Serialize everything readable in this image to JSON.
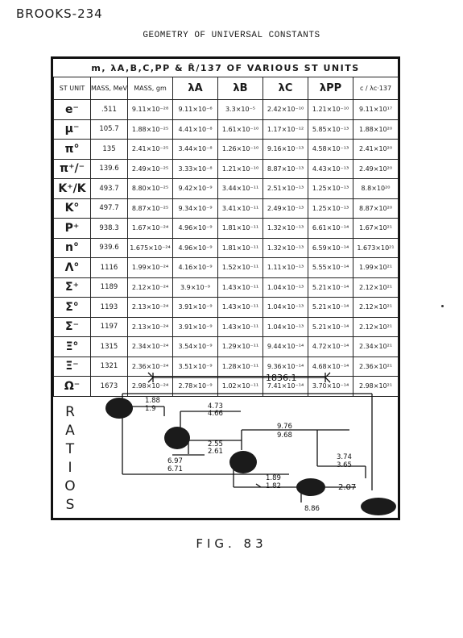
{
  "doc_id": "BROOKS-234",
  "title": "GEOMETRY OF UNIVERSAL CONSTANTS",
  "table_heading": "m, λA,B,C,PP & Ȓ/137 OF VARIOUS ST UNITS",
  "columns": [
    "ST UNIT",
    "MASS, MeV/c²",
    "MASS, gm",
    "λA",
    "λB",
    "λC",
    "λPP",
    "c / λc·137"
  ],
  "rows": [
    [
      "e⁻",
      ".511",
      "9.11×10⁻²⁸",
      "9.11×10⁻⁶",
      "3.3×10⁻⁵",
      "2.42×10⁻¹⁰",
      "1.21×10⁻¹⁰",
      "9.11×10¹⁷"
    ],
    [
      "μ⁻",
      "105.7",
      "1.88×10⁻²⁵",
      "4.41×10⁻⁸",
      "1.61×10⁻¹⁰",
      "1.17×10⁻¹²",
      "5.85×10⁻¹³",
      "1.88×10²⁰"
    ],
    [
      "π°",
      "135",
      "2.41×10⁻²⁵",
      "3.44×10⁻⁸",
      "1.26×10⁻¹⁰",
      "9.16×10⁻¹³",
      "4.58×10⁻¹³",
      "2.41×10²⁰"
    ],
    [
      "π⁺/⁻",
      "139.6",
      "2.49×10⁻²⁵",
      "3.33×10⁻⁸",
      "1.21×10⁻¹⁰",
      "8.87×10⁻¹³",
      "4.43×10⁻¹³",
      "2.49×10²⁰"
    ],
    [
      "K⁺/K",
      "493.7",
      "8.80×10⁻²⁵",
      "9.42×10⁻⁹",
      "3.44×10⁻¹¹",
      "2.51×10⁻¹³",
      "1.25×10⁻¹³",
      "8.8×10²⁰"
    ],
    [
      "K°",
      "497.7",
      "8.87×10⁻²⁵",
      "9.34×10⁻⁹",
      "3.41×10⁻¹¹",
      "2.49×10⁻¹³",
      "1.25×10⁻¹³",
      "8.87×10²⁰"
    ],
    [
      "P⁺",
      "938.3",
      "1.67×10⁻²⁴",
      "4.96×10⁻⁹",
      "1.81×10⁻¹¹",
      "1.32×10⁻¹³",
      "6.61×10⁻¹⁴",
      "1.67×10²¹"
    ],
    [
      "n°",
      "939.6",
      "1.675×10⁻²⁴",
      "4.96×10⁻⁹",
      "1.81×10⁻¹¹",
      "1.32×10⁻¹³",
      "6.59×10⁻¹⁴",
      "1.673×10²¹"
    ],
    [
      "Λ°",
      "1116",
      "1.99×10⁻²⁴",
      "4.16×10⁻⁹",
      "1.52×10⁻¹¹",
      "1.11×10⁻¹³",
      "5.55×10⁻¹⁴",
      "1.99×10²¹"
    ],
    [
      "Σ⁺",
      "1189",
      "2.12×10⁻²⁴",
      "3.9×10⁻⁹",
      "1.43×10⁻¹¹",
      "1.04×10⁻¹³",
      "5.21×10⁻¹⁴",
      "2.12×10²¹"
    ],
    [
      "Σ°",
      "1193",
      "2.13×10⁻²⁴",
      "3.91×10⁻⁹",
      "1.43×10⁻¹¹",
      "1.04×10⁻¹³",
      "5.21×10⁻¹⁴",
      "2.12×10²¹"
    ],
    [
      "Σ⁻",
      "1197",
      "2.13×10⁻²⁴",
      "3.91×10⁻⁹",
      "1.43×10⁻¹¹",
      "1.04×10⁻¹³",
      "5.21×10⁻¹⁴",
      "2.12×10²¹"
    ],
    [
      "Ξ°",
      "1315",
      "2.34×10⁻²⁴",
      "3.54×10⁻⁹",
      "1.29×10⁻¹¹",
      "9.44×10⁻¹⁴",
      "4.72×10⁻¹⁴",
      "2.34×10²¹"
    ],
    [
      "Ξ⁻",
      "1321",
      "2.36×10⁻²⁴",
      "3.51×10⁻⁹",
      "1.28×10⁻¹¹",
      "9.36×10⁻¹⁴",
      "4.68×10⁻¹⁴",
      "2.36×10²¹"
    ],
    [
      "Ω⁻",
      "1673",
      "2.98×10⁻²⁴",
      "2.78×10⁻⁹",
      "1.02×10⁻¹¹",
      "7.41×10⁻¹⁴",
      "3.70×10⁻¹⁴",
      "2.98×10²¹"
    ]
  ],
  "ratios_label": [
    "R",
    "A",
    "T",
    "I",
    "O",
    "S"
  ],
  "ratio_labels": {
    "top": "1836.1",
    "a1": "1.88",
    "a2": "1.9",
    "b1": "4.73",
    "b2": "4.66",
    "c1": "9.76",
    "c2": "9.68",
    "d1": "2.55",
    "d2": "2.61",
    "e1": "6.97",
    "e2": "6.71",
    "f1": "3.74",
    "f2": "3.65",
    "g1": "1.89",
    "g2": "1.82",
    "h": "2.07",
    "i": "8.86"
  },
  "fig_label": "FIG. 83"
}
